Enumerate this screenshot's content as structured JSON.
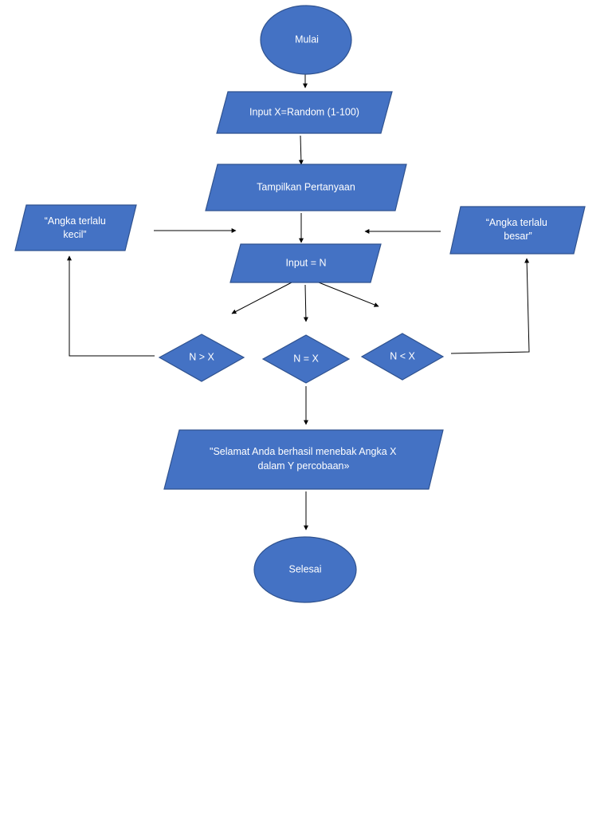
{
  "flowchart": {
    "start": {
      "label": "Mulai"
    },
    "input_random": {
      "label": "Input X=Random (1-100)"
    },
    "show_question": {
      "label": "Tampilkan Pertanyaan"
    },
    "input_n": {
      "label": "Input = N"
    },
    "too_small": {
      "line1": "“Angka terlalu",
      "line2": "kecil”"
    },
    "too_big": {
      "line1": "“Angka terlalu",
      "line2": "besar”"
    },
    "decision_greater": {
      "label": "N > X"
    },
    "decision_equal": {
      "label": "N = X"
    },
    "decision_less": {
      "label": "N < X"
    },
    "success": {
      "line1": "\"Selamat Anda berhasil menebak Angka X",
      "line2": "dalam Y percobaan»"
    },
    "end": {
      "label": "Selesai"
    }
  },
  "colors": {
    "node_fill": "#4472c4",
    "node_stroke": "#2f528f",
    "text": "#ffffff",
    "connector": "#000000"
  }
}
